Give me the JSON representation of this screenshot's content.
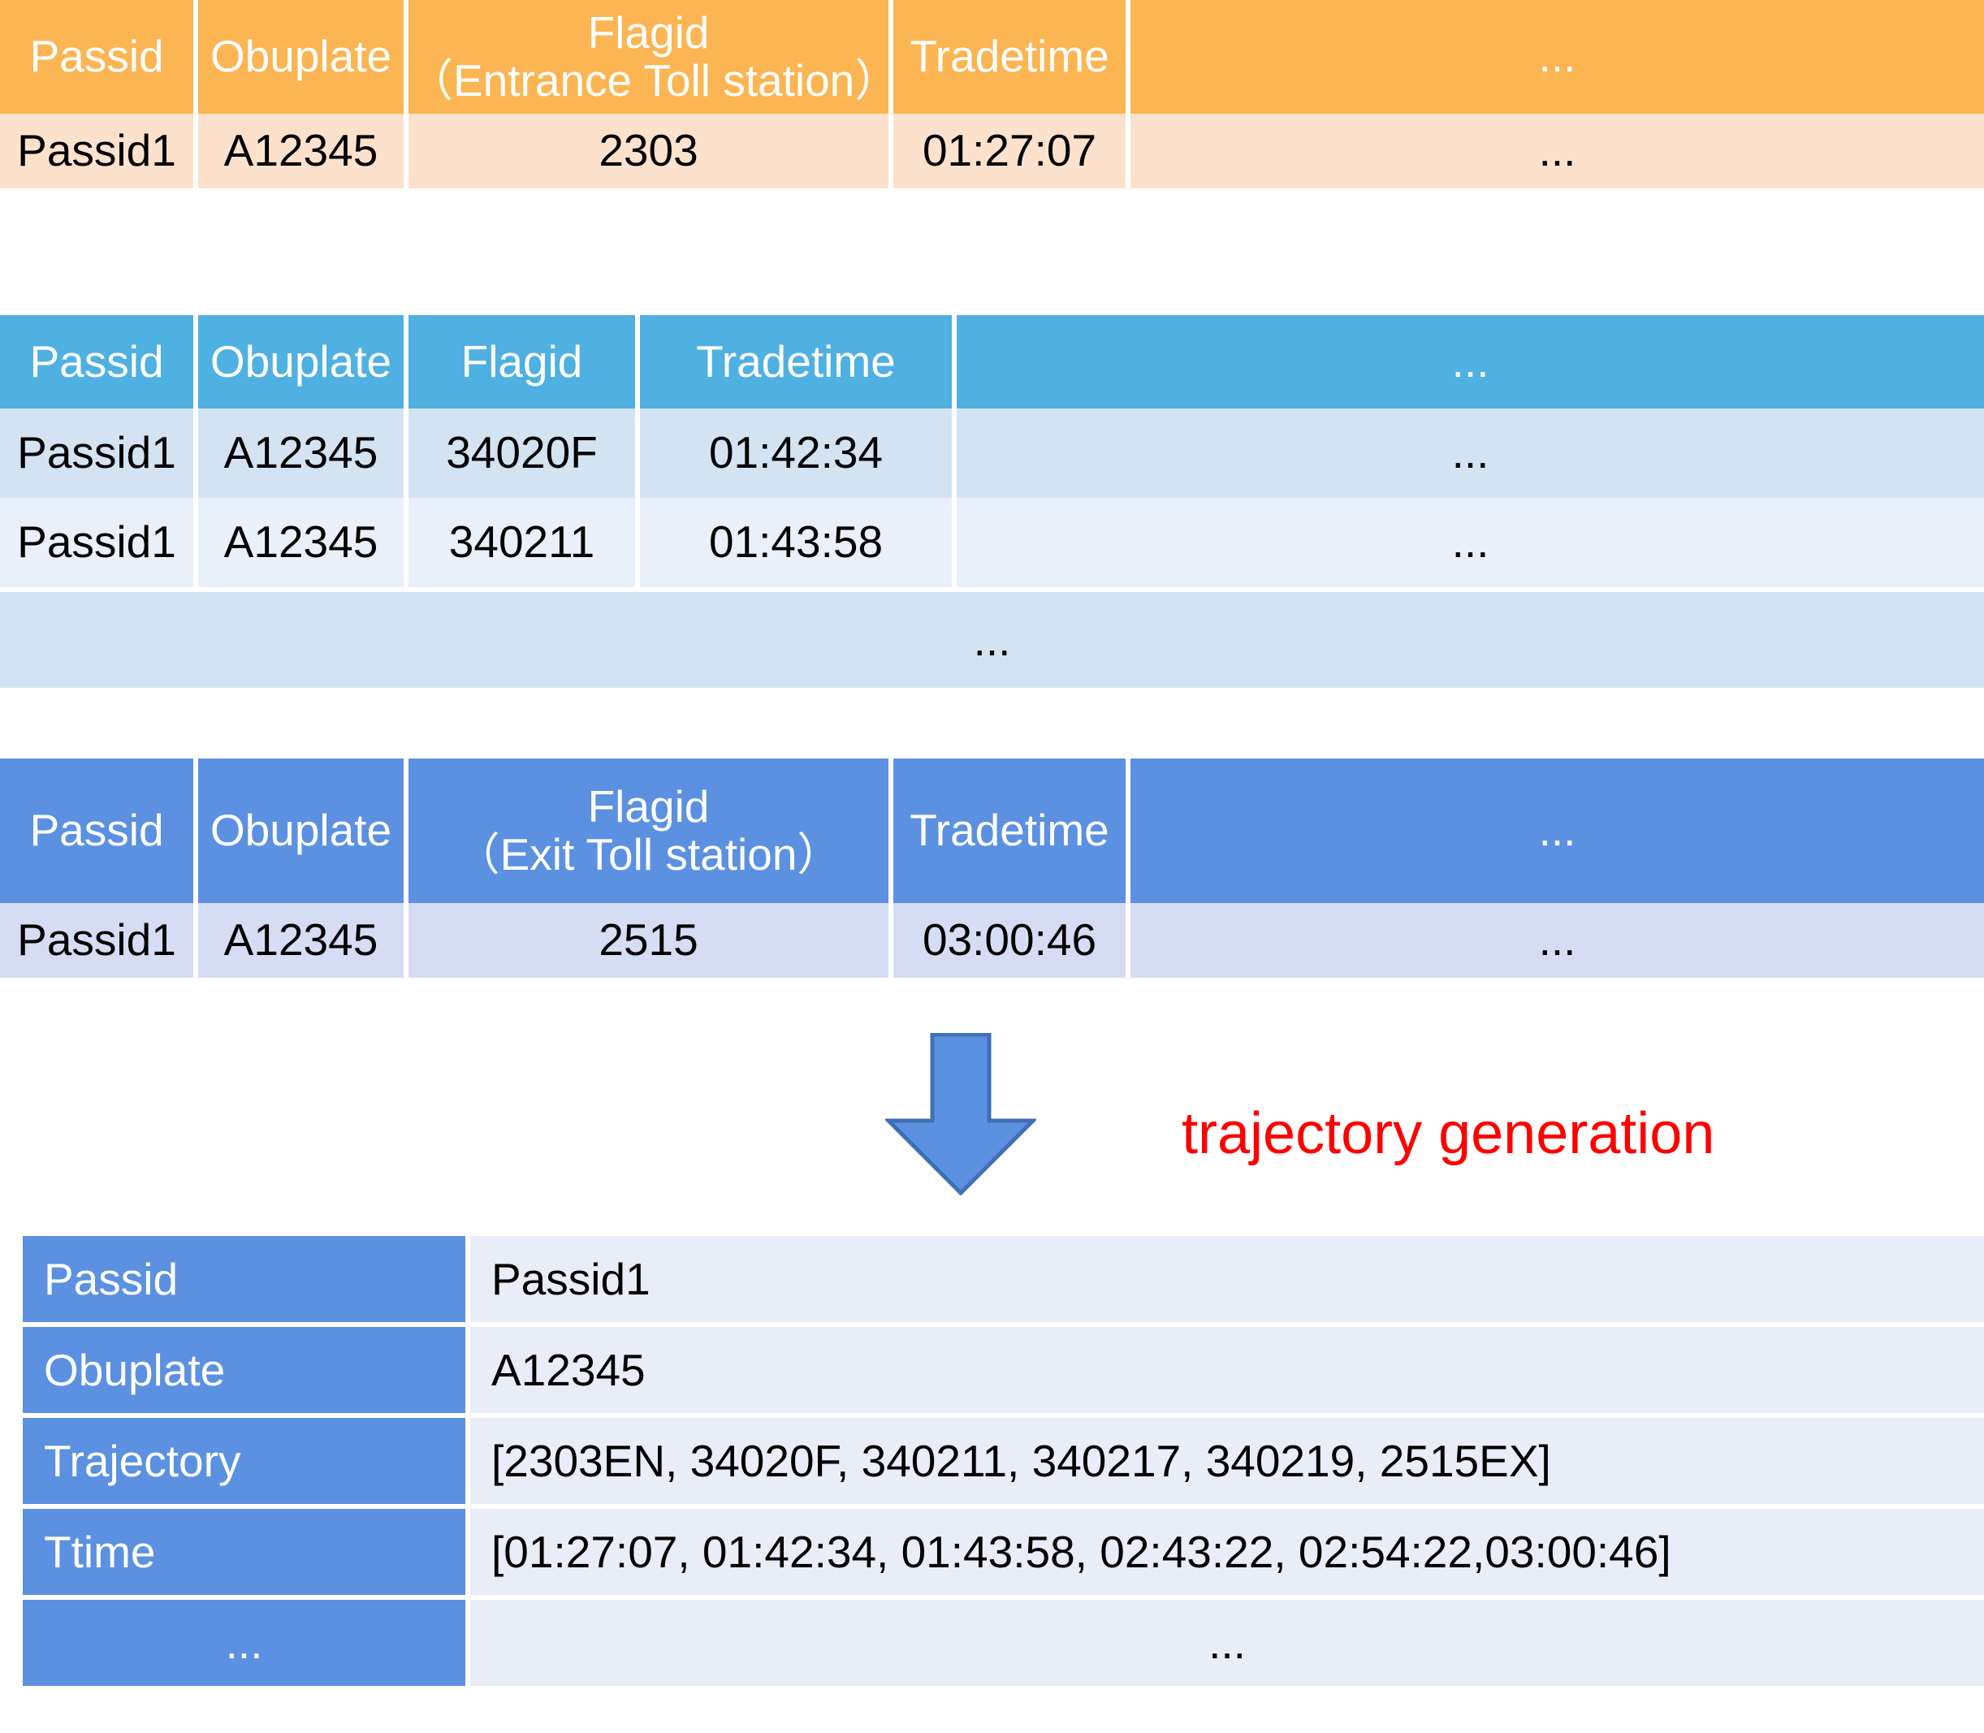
{
  "colors": {
    "orange_header": "#FBB552",
    "orange_row": "#FCE2CD",
    "blue_header": "#4FB0E2",
    "blue_row_a": "#D4E3F2",
    "blue_row_b": "#E9F0F9",
    "dark_blue_header": "#5B91E0",
    "dark_blue_row": "#D4DDF4",
    "result_value_bg": "#E9EDF7",
    "caption_red": "#FF0000",
    "arrow_fill": "#5B91E0",
    "arrow_stroke": "#3F6FB5"
  },
  "entrance_table": {
    "headers": [
      "Passid",
      "Obuplate",
      "Flagid\n（Entrance Toll station）",
      "Tradetime",
      "..."
    ],
    "rows": [
      [
        "Passid1",
        "A12345",
        "2303",
        "01:27:07",
        "..."
      ]
    ]
  },
  "gantry_table": {
    "headers": [
      "Passid",
      "Obuplate",
      "Flagid",
      "Tradetime",
      "..."
    ],
    "rows": [
      [
        "Passid1",
        "A12345",
        "34020F",
        "01:42:34",
        "..."
      ],
      [
        "Passid1",
        "A12345",
        "340211",
        "01:43:58",
        "..."
      ]
    ],
    "ellipsis_row": "..."
  },
  "exit_table": {
    "headers": [
      "Passid",
      "Obuplate",
      "Flagid\n（Exit Toll station）",
      "Tradetime",
      "..."
    ],
    "rows": [
      [
        "Passid1",
        "A12345",
        "2515",
        "03:00:46",
        "..."
      ]
    ]
  },
  "transform": {
    "caption": "trajectory generation",
    "arrow_icon": "down-arrow-icon"
  },
  "result_table": {
    "rows": [
      {
        "label": "Passid",
        "value": "Passid1"
      },
      {
        "label": "Obuplate",
        "value": "A12345"
      },
      {
        "label": "Trajectory",
        "value": "[2303EN, 34020F, 340211, 340217, 340219, 2515EX]"
      },
      {
        "label": "Ttime",
        "value": "[01:27:07, 01:42:34, 01:43:58, 02:43:22, 02:54:22,03:00:46]"
      },
      {
        "label": "...",
        "value": "..."
      }
    ]
  }
}
